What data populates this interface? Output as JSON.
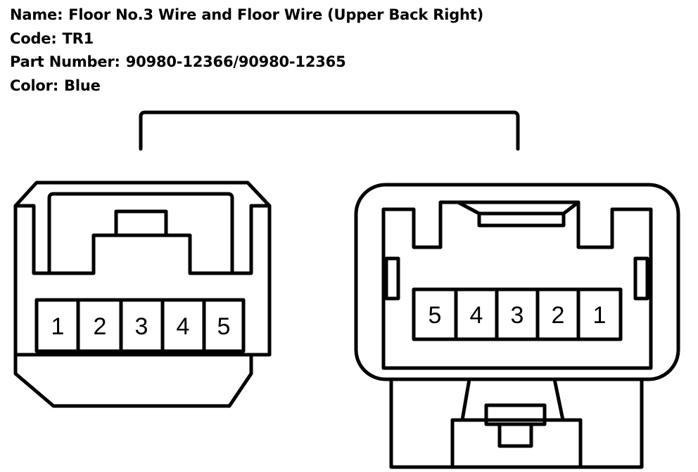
{
  "info": {
    "name_label": "Name:",
    "name_value": "Floor No.3 Wire and Floor Wire (Upper Back Right)",
    "code_label": "Code:",
    "code_value": "TR1",
    "part_label": "Part Number:",
    "part_value": "90980-12366/90980-12365",
    "color_label": "Color:",
    "color_value": "Blue"
  },
  "left_connector": {
    "pins": [
      "1",
      "2",
      "3",
      "4",
      "5"
    ]
  },
  "right_connector": {
    "pins": [
      "5",
      "4",
      "3",
      "2",
      "1"
    ]
  }
}
